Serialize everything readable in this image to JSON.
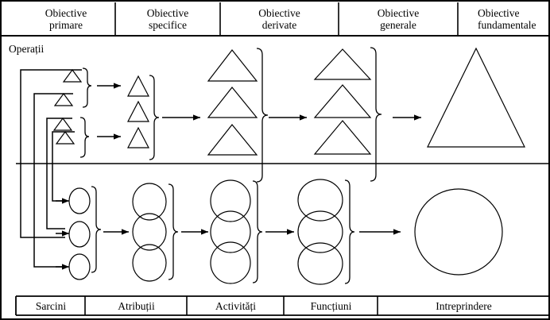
{
  "diagram": {
    "title_label": "Operații",
    "columns_header": [
      {
        "line1": "Obiective",
        "line2": "primare"
      },
      {
        "line1": "Obiective",
        "line2": "specifice"
      },
      {
        "line1": "Obiective",
        "line2": "derivate"
      },
      {
        "line1": "Obiective",
        "line2": "generale"
      },
      {
        "line1": "Obiective",
        "line2": "fundamentale"
      }
    ],
    "columns_footer": [
      {
        "label": "Sarcini"
      },
      {
        "label": "Atribuții"
      },
      {
        "label": "Activități"
      },
      {
        "label": "Funcțiuni"
      },
      {
        "label": "Intreprindere"
      }
    ],
    "shape_counts": {
      "triangles_col1": 4,
      "triangles_col2": 3,
      "triangles_col3": 3,
      "triangles_col4": 3,
      "triangles_col5": 1,
      "circles_col1": 3,
      "circles_col2": 3,
      "circles_col3": 3,
      "circles_col4": 3,
      "circles_col5": 1
    },
    "colors": {
      "stroke": "#000000",
      "background": "#ffffff",
      "fill": "none"
    },
    "flow_direction_top": "right-to-left",
    "flow_direction_bottom": "left-to-right"
  }
}
